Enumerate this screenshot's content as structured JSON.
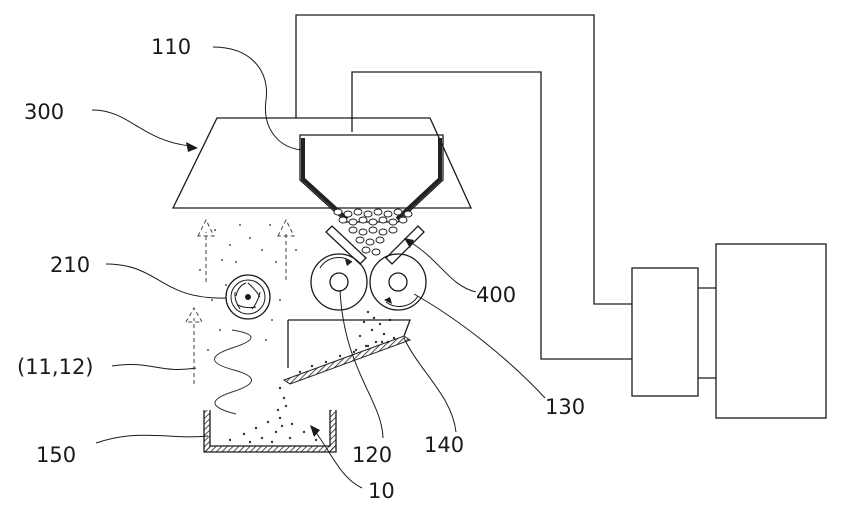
{
  "labels": {
    "hopper": "110",
    "cover": "300",
    "fan": "210",
    "mixture": "(11,12)",
    "tray": "150",
    "roller": "120",
    "chute": "140",
    "roller_right": "130",
    "guide": "400",
    "powder": "10"
  }
}
